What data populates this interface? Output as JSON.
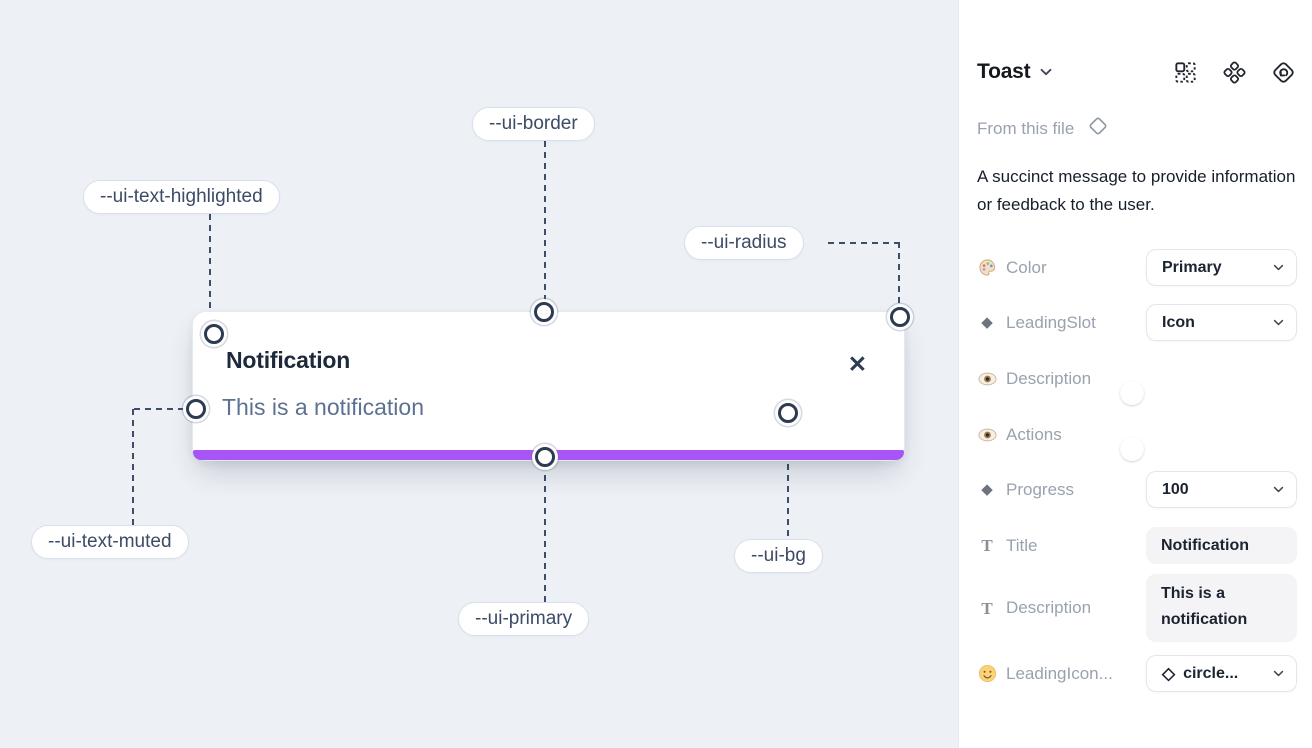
{
  "colors": {
    "canvas_bg": "#edf1f6",
    "primary_bar": "#a855f7",
    "toggle_on": "#1e9bf0"
  },
  "icons": {
    "close": "✕",
    "diamond_filled": "◆",
    "diamond_outline": "◇"
  },
  "canvas": {
    "toast": {
      "title": "Notification",
      "description": "This is a notification"
    },
    "labels": {
      "border": "--ui-border",
      "text_highlighted": "--ui-text-highlighted",
      "radius": "--ui-radius",
      "text_muted": "--ui-text-muted",
      "primary": "--ui-primary",
      "bg": "--ui-bg"
    }
  },
  "panel": {
    "title": "Toast",
    "source": "From this file",
    "description": "A succinct message to provide information or feedback to the user.",
    "properties": [
      {
        "label": "Color",
        "control": "select",
        "value": "Primary"
      },
      {
        "label": "LeadingSlot",
        "control": "select",
        "value": "Icon"
      },
      {
        "label": "Description",
        "control": "toggle",
        "value": "on"
      },
      {
        "label": "Actions",
        "control": "toggle",
        "value": "on"
      },
      {
        "label": "Progress",
        "control": "select",
        "value": "100"
      },
      {
        "label": "Title",
        "control": "text",
        "value": "Notification"
      },
      {
        "label": "Description",
        "control": "text",
        "value": "This is a notification"
      },
      {
        "label": "LeadingIcon...",
        "control": "select",
        "value": "circle..."
      }
    ]
  }
}
